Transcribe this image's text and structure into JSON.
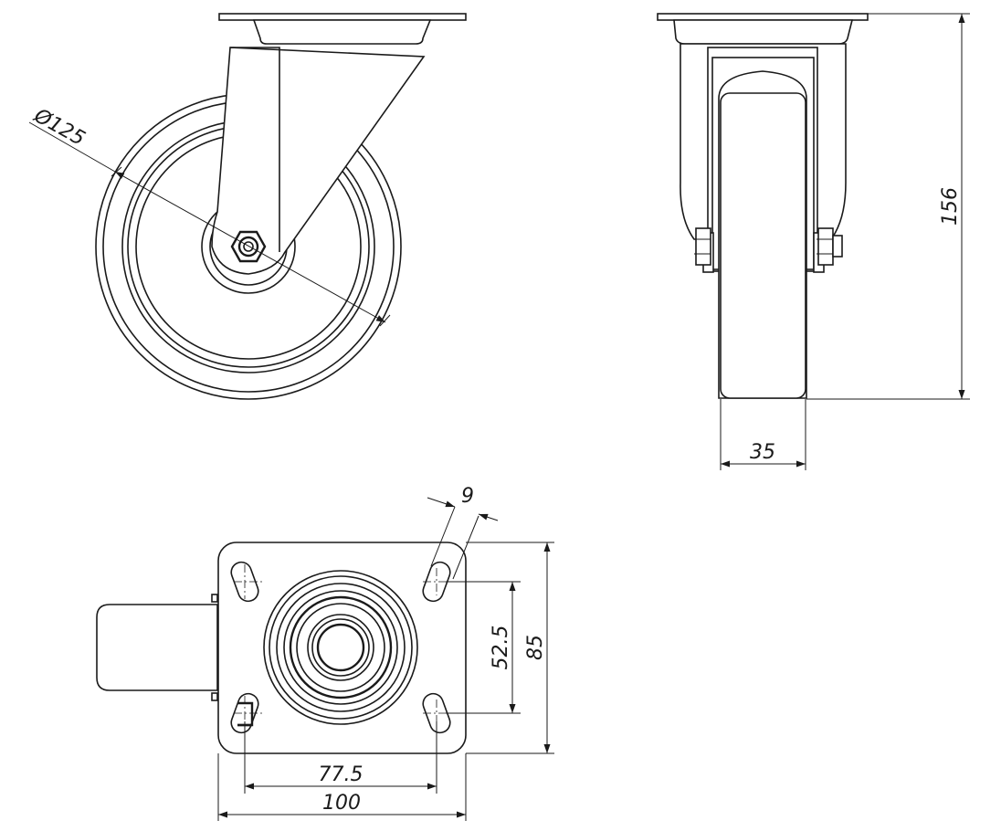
{
  "dimensions": {
    "wheel_diameter": "Ø125",
    "total_height": "156",
    "wheel_width": "35",
    "slot_width": "9",
    "hole_spacing_vertical": "52.5",
    "plate_depth": "85",
    "hole_spacing_horizontal": "77.5",
    "plate_width": "100"
  },
  "colors": {
    "line": "#1a1a1a",
    "background": "#ffffff"
  }
}
